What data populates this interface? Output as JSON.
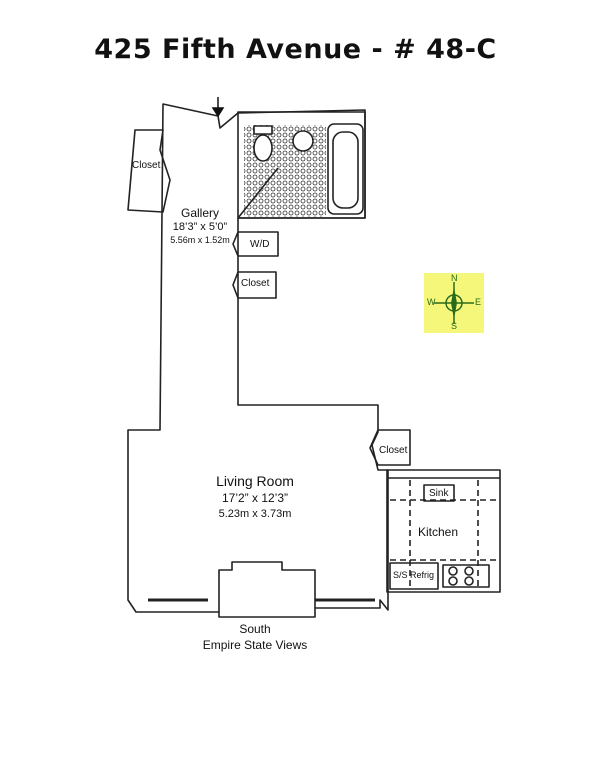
{
  "title": "425 Fifth Avenue  -  # 48-C",
  "rooms": {
    "gallery": {
      "name": "Gallery",
      "dim_ft": "18’3” x 5’0”",
      "dim_m": "5.56m x 1.52m"
    },
    "living_room": {
      "name": "Living Room",
      "dim_ft": "17’2” x 12’3”",
      "dim_m": "5.23m x 3.73m"
    },
    "kitchen": {
      "name": "Kitchen"
    },
    "closet_gallery": "Closet",
    "closet_hall": "Closet",
    "closet_living": "Closet",
    "washer_dryer": "W/D",
    "sink": "Sink",
    "refrigerator": "S/S Refrig"
  },
  "footer": {
    "exposure": "South",
    "views": "Empire State Views"
  },
  "compass": {
    "n": "N",
    "s": "S",
    "e": "E",
    "w": "W",
    "background": "#f5f77a",
    "color": "#2a6b1a"
  }
}
